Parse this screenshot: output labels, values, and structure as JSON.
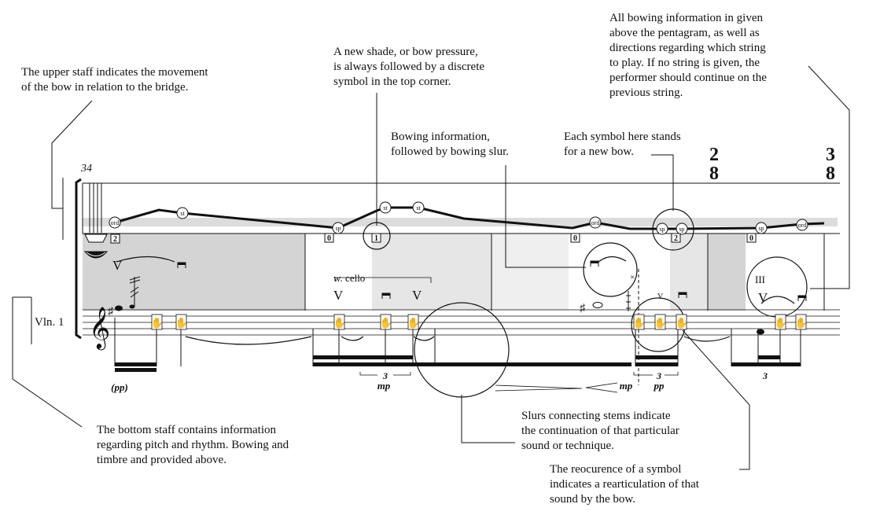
{
  "score": {
    "measure_number": "34",
    "instrument": "Vln. 1",
    "time_signatures": [
      {
        "num": "2",
        "den": "8"
      },
      {
        "num": "3",
        "den": "8"
      }
    ],
    "string_boxes": [
      "2",
      "0",
      "1",
      "0",
      "2",
      "0"
    ],
    "bow_labels": [
      "ord",
      "st",
      "sp",
      "st",
      "st",
      "ord",
      "sp",
      "sp",
      "sp",
      "ord"
    ],
    "technique_text": "w. cello",
    "roman_numeral": "III",
    "dynamics": [
      "(pp)",
      "mp",
      "mp",
      "pp"
    ],
    "tuplets": [
      "3",
      "3",
      "3"
    ]
  },
  "annotations": {
    "upper_staff": "The upper staff indicates the movement\nof the bow in relation to the bridge.",
    "new_shade": "A new shade, or bow pressure,\nis always followed by a discrete\nsymbol in the top corner.",
    "bowing_info": "All bowing information in given\nabove the pentagram, as well as\ndirections regarding which string\nto play. If no string is given, the\nperformer should continue on the\nprevious string.",
    "bowing_slur": "Bowing information,\nfollowed by bowing slur.",
    "new_bow": "Each symbol here stands\nfor a new bow.",
    "bottom_staff": "The bottom staff contains information\nregarding pitch and rhythm. Bowing and\ntimbre and provided above.",
    "slurs": "Slurs connecting stems indicate\nthe continuation of that particular\nsound or technique.",
    "reoccurence": "The reocurence of a symbol\nindicates a rearticulation of that\nsound by the bow."
  }
}
